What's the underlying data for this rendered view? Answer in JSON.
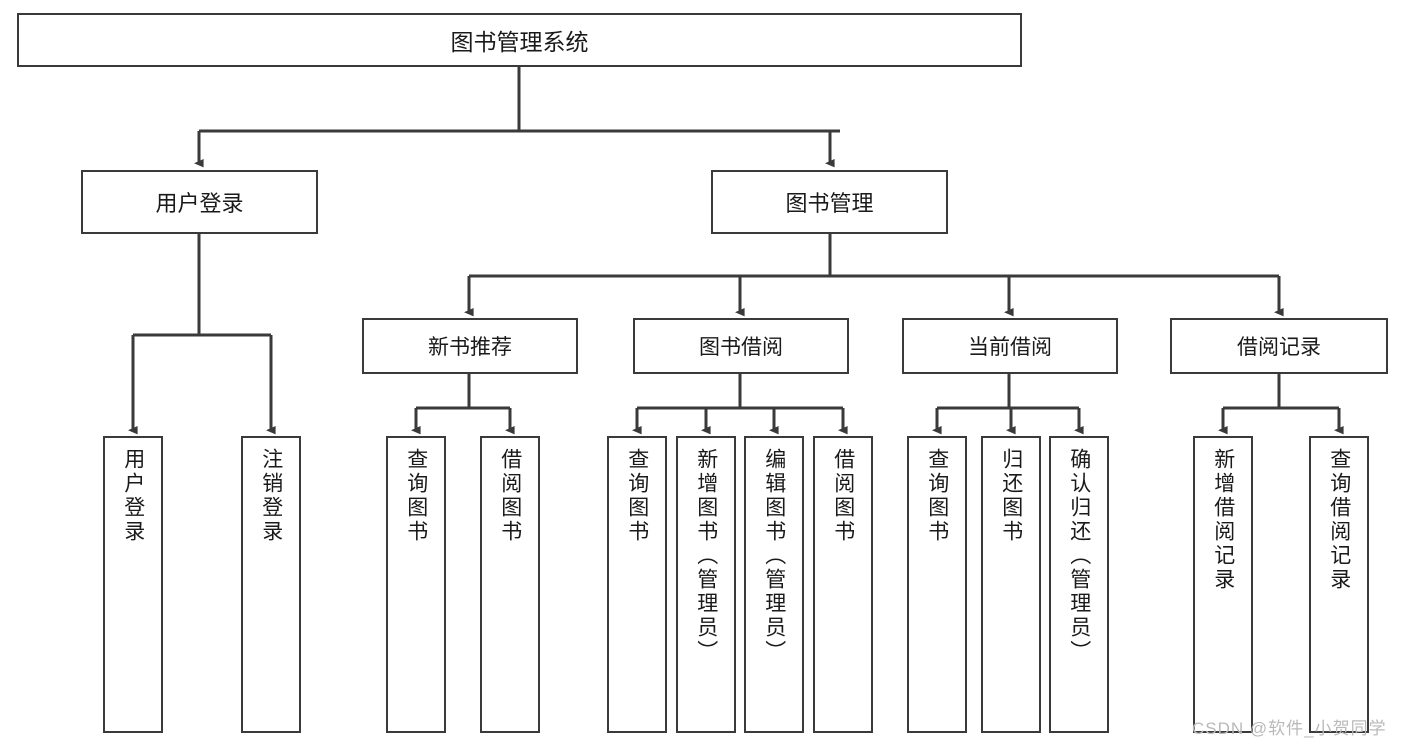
{
  "diagram": {
    "title": "图书管理系统",
    "type": "tree",
    "root": {
      "label": "图书管理系统"
    },
    "level1": [
      {
        "label": "用户登录"
      },
      {
        "label": "图书管理"
      }
    ],
    "level2": [
      {
        "label": "新书推荐"
      },
      {
        "label": "图书借阅"
      },
      {
        "label": "当前借阅"
      },
      {
        "label": "借阅记录"
      }
    ],
    "leaves": {
      "user_login": [
        {
          "label": "用户登录"
        },
        {
          "label": "注销登录"
        }
      ],
      "new_book_recommend": [
        {
          "label": "查询图书"
        },
        {
          "label": "借阅图书"
        }
      ],
      "book_borrow": [
        {
          "label": "查询图书"
        },
        {
          "label": "新增图书（管理员）"
        },
        {
          "label": "编辑图书（管理员）"
        },
        {
          "label": "借阅图书"
        }
      ],
      "current_borrow": [
        {
          "label": "查询图书"
        },
        {
          "label": "归还图书"
        },
        {
          "label": "确认归还（管理员）"
        }
      ],
      "borrow_record": [
        {
          "label": "新增借阅记录"
        },
        {
          "label": "查询借阅记录"
        }
      ]
    }
  },
  "watermark": {
    "text": "CSDN @软件_小贺同学"
  },
  "colors": {
    "line": "#3a3a3a",
    "box_fill": "#ffffff",
    "text": "#1a1a1a",
    "watermark": "#b9b9b9",
    "background": "#ffffff"
  }
}
